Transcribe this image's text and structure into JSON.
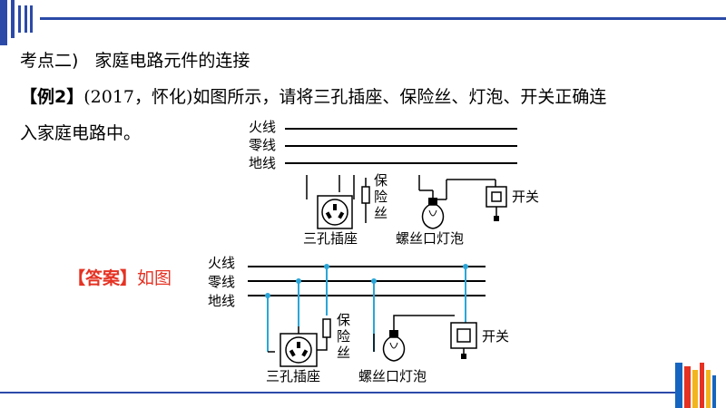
{
  "section": {
    "heading": "考点二)",
    "title": "家庭电路元件的连接"
  },
  "example": {
    "tag": "【例2】",
    "text_line1": "(2017，怀化)如图所示，请将三孔插座、保险丝、灯泡、开关正确连",
    "text_line2": "入家庭电路中。"
  },
  "answer": {
    "tag": "【答案】",
    "text": "如图"
  },
  "question_diagram": {
    "wire_live": "火线",
    "wire_neutral": "零线",
    "wire_ground": "地线",
    "fuse_label": [
      "保",
      "险",
      "丝"
    ],
    "socket_label": "三孔插座",
    "bulb_label": "螺丝口灯泡",
    "switch_label": "开关"
  },
  "answer_diagram": {
    "wire_live": "火线",
    "wire_neutral": "零线",
    "wire_ground": "地线",
    "fuse_label": [
      "保",
      "险",
      "丝"
    ],
    "socket_label": "三孔插座",
    "bulb_label": "螺丝口灯泡",
    "switch_label": "开关"
  },
  "colors": {
    "rule": "#2b4aa8",
    "answer": "#e53223",
    "connection": "#2aa6d8",
    "accent_bars": [
      "#1565c0",
      "#e53223",
      "#f2b51d",
      "#e53223",
      "#f2b51d",
      "#1565c0"
    ]
  }
}
